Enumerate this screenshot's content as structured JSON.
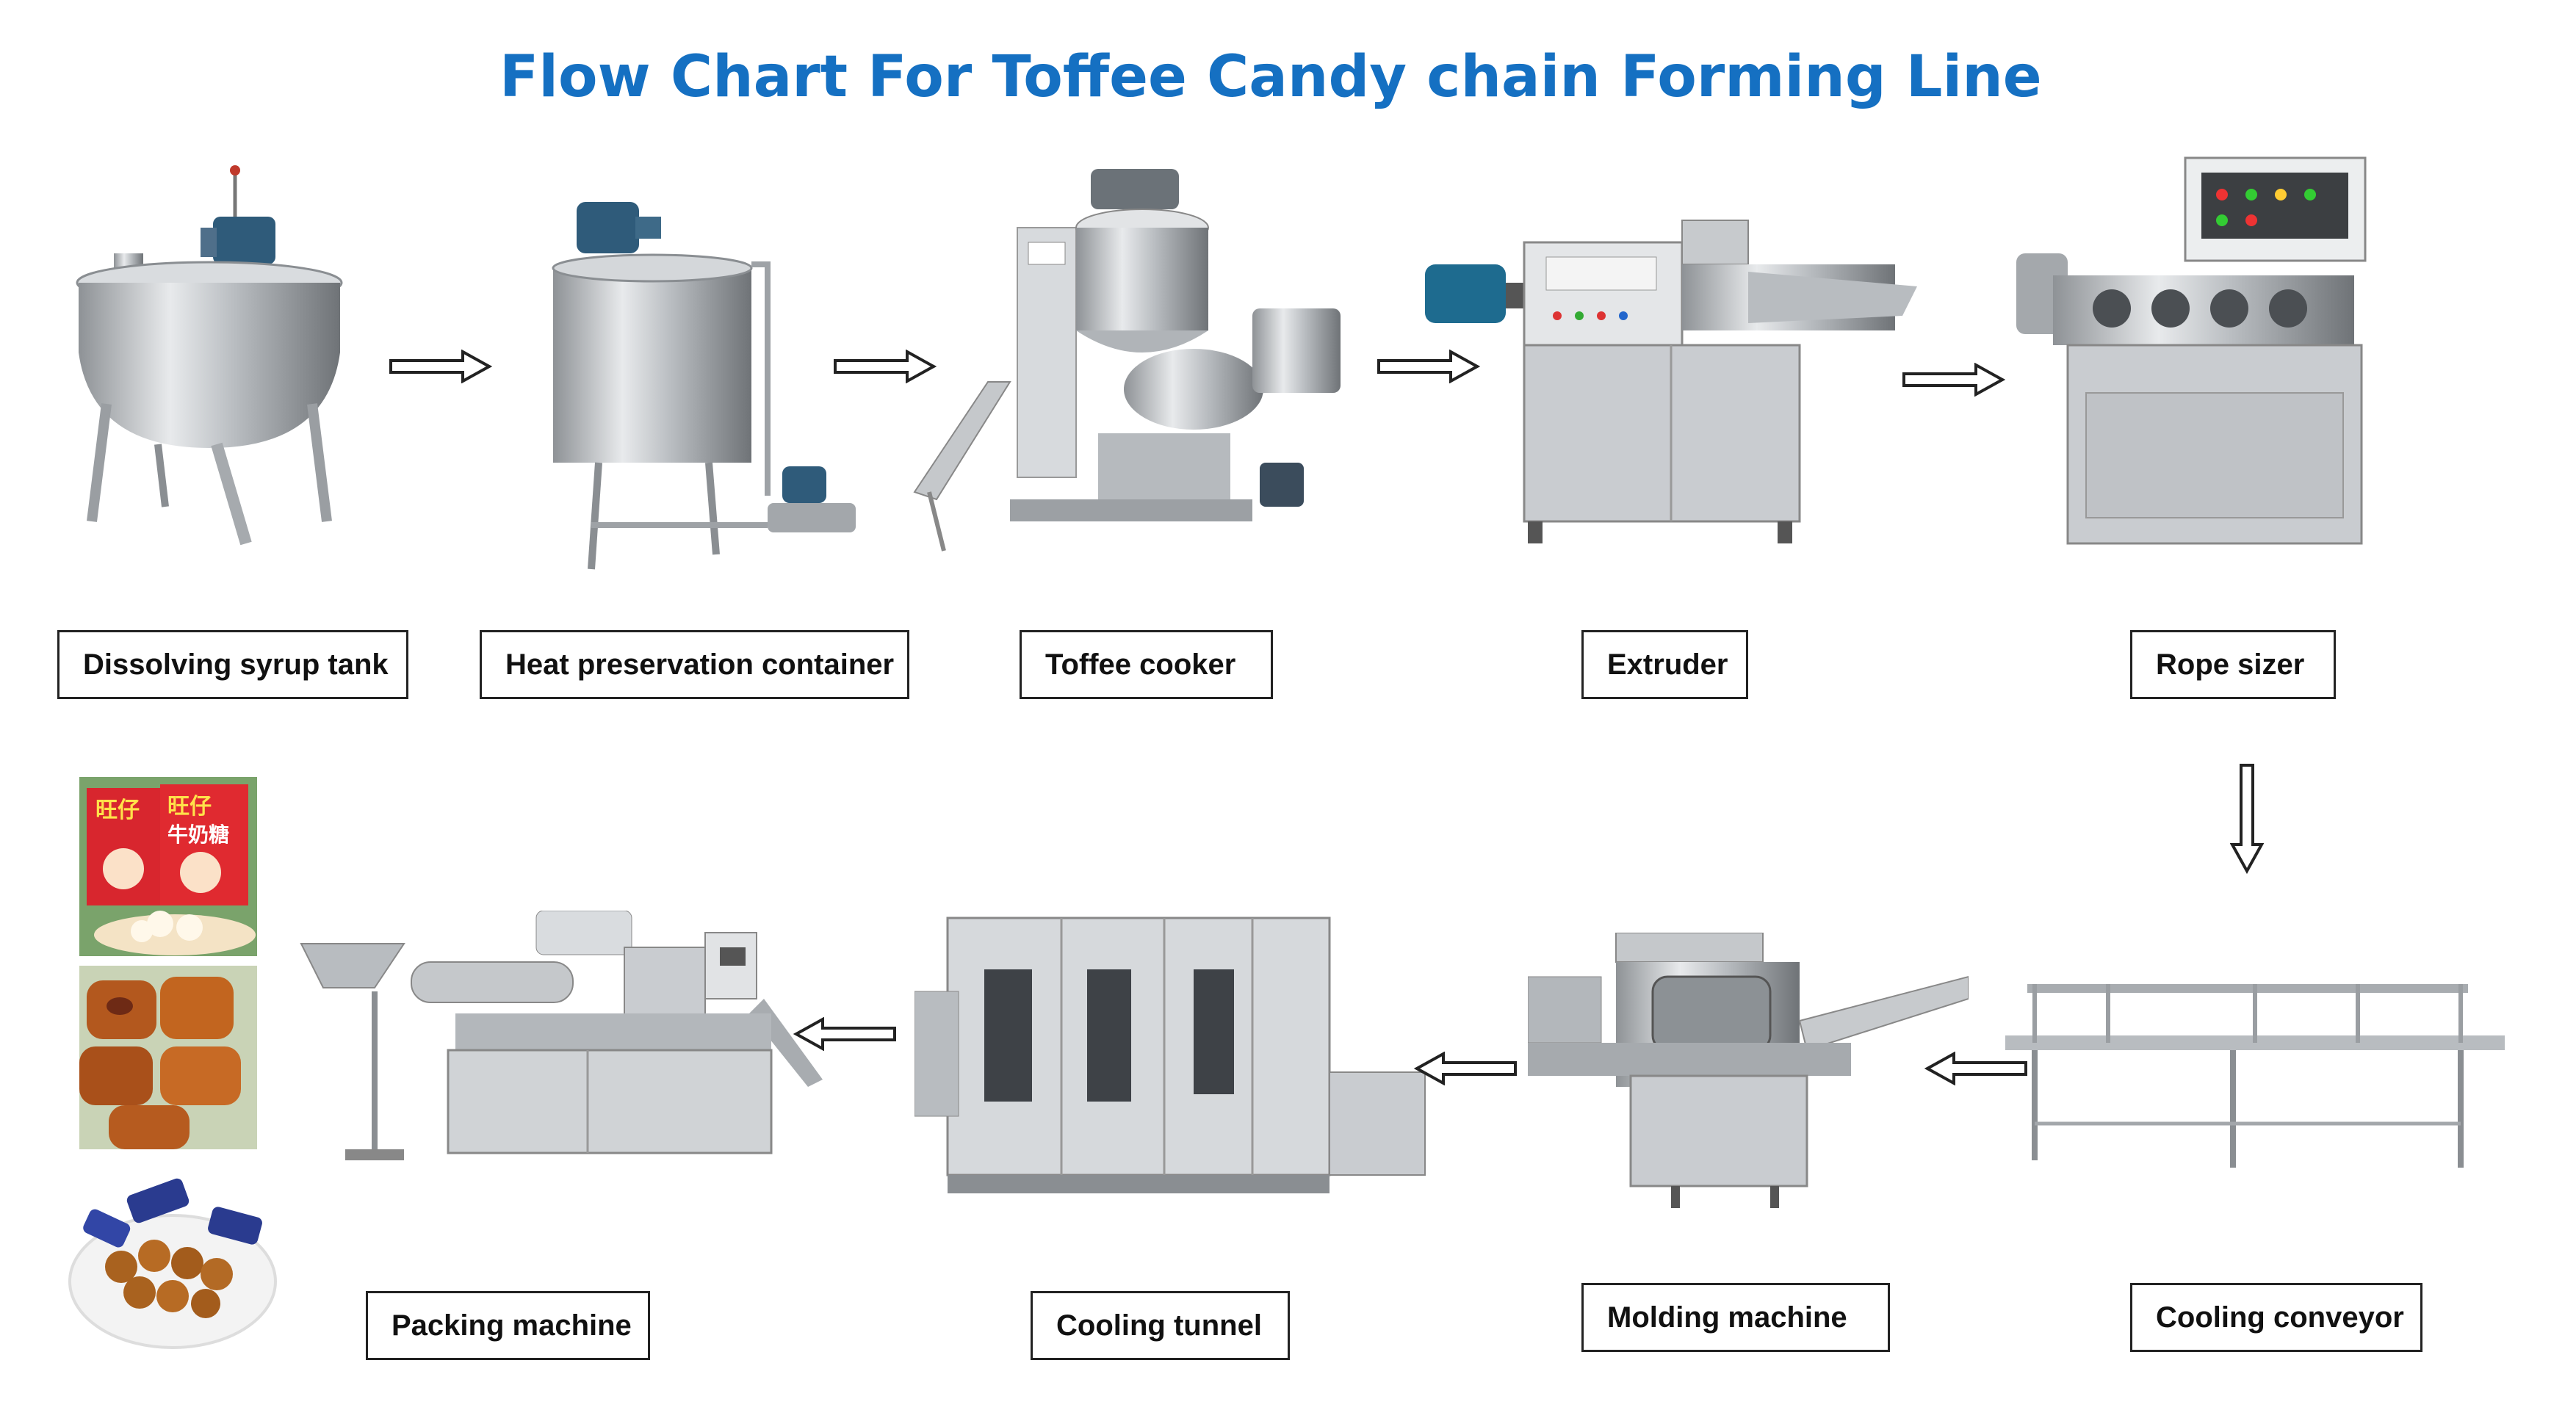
{
  "title": "Flow Chart For Toffee Candy chain Forming Line",
  "colors": {
    "title": "#1570c2",
    "steel": "#c9ccd0",
    "motor": "#2f5b7a",
    "label_border": "#222222"
  },
  "steps": [
    {
      "id": "dissolving",
      "label": "Dissolving syrup tank"
    },
    {
      "id": "heat",
      "label": "Heat preservation container"
    },
    {
      "id": "cooker",
      "label": "Toffee cooker"
    },
    {
      "id": "extruder",
      "label": "Extruder"
    },
    {
      "id": "rope",
      "label": "Rope sizer"
    },
    {
      "id": "cooling-conveyor",
      "label": "Cooling conveyor"
    },
    {
      "id": "molding",
      "label": "Molding machine"
    },
    {
      "id": "cooling-tunnel",
      "label": "Cooling tunnel"
    },
    {
      "id": "packing",
      "label": "Packing machine"
    }
  ],
  "product_package_text": [
    "旺仔",
    "牛奶糖"
  ]
}
